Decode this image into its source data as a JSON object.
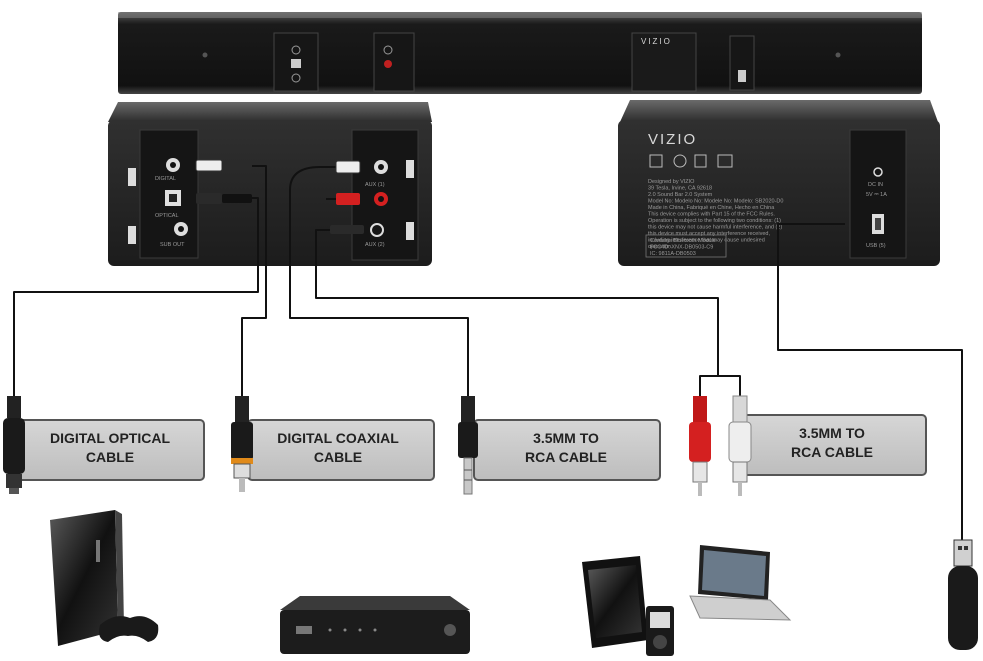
{
  "soundbar": {
    "brand": "VIZIO"
  },
  "left_panel": {
    "ports": {
      "digital": "DIGITAL",
      "optical": "OPTICAL",
      "sub_out": "SUB OUT",
      "aux1": "AUX (1)",
      "aux2": "AUX (2)"
    }
  },
  "right_panel": {
    "brand": "VIZIO",
    "dc_in": "DC IN",
    "power_rating": "5V ⎓ 1A",
    "usb": "USB (5)",
    "label_lines": [
      "Designed by VIZIO",
      "39 Tesla, Irvine, CA 92618",
      "2.0 Sound Bar 2.0 System",
      "Model No: Modelo No: Modele No: Modelo: SB2020-D0",
      "Made in China, Fabriqué en Chine, Hecho en China",
      "This device complies with Part 15 of the FCC Rules.",
      "Operation is subject to the following two conditions: (1)",
      "this device may not cause harmful interference, and (2)",
      "this device must accept any interference received,",
      "including interference that may cause undesired",
      "operation."
    ],
    "module_lines": [
      "Contains Bluetooth Module",
      "FCC ID: XNX-DB0503-C9",
      "IC: 9811A-DB0503"
    ]
  },
  "cables": [
    {
      "line1": "DIGITAL OPTICAL",
      "line2": "CABLE"
    },
    {
      "line1": "DIGITAL COAXIAL",
      "line2": "CABLE"
    },
    {
      "line1": "3.5MM TO",
      "line2": "RCA CABLE"
    },
    {
      "line1": "3.5MM TO",
      "line2": "RCA CABLE"
    }
  ],
  "colors": {
    "label_bg": "#c9c9c9",
    "label_border": "#555555",
    "panel": "#2a2a2a",
    "rca_red": "#d42020",
    "rca_white": "#e8e8e8",
    "coax_accent": "#e08a1a"
  },
  "devices": [
    {
      "icon": "game-console-icon"
    },
    {
      "icon": "set-top-box-icon"
    },
    {
      "icon": "tablet-laptop-mp3-icon"
    },
    {
      "icon": "usb-drive-icon"
    }
  ]
}
